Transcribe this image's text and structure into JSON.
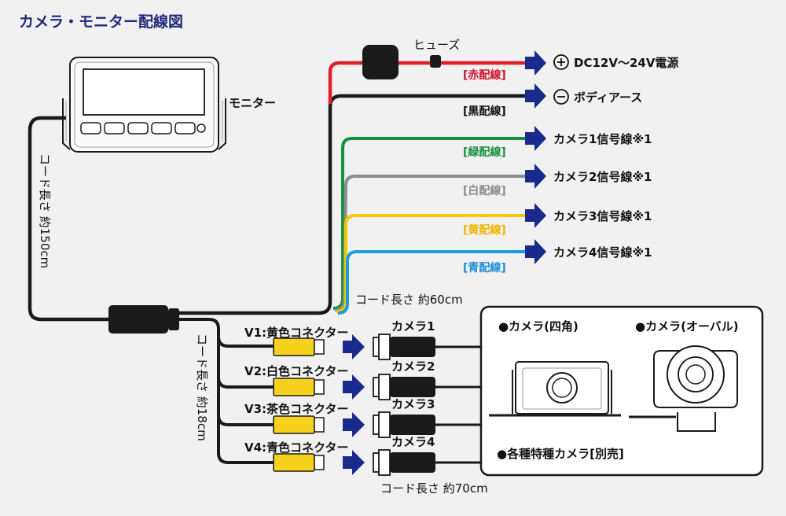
{
  "title": "カメラ・モニター配線図",
  "monitor": {
    "label": "モニター"
  },
  "fuse": {
    "label": "ヒューズ"
  },
  "monitor_cord": {
    "label": "コード長さ 約150cm"
  },
  "harness_cord": {
    "label": "コード長さ 約60cm"
  },
  "connector_cord": {
    "label": "コード長さ 約18cm"
  },
  "camera_cord": {
    "label": "コード長さ 約70cm"
  },
  "wires": [
    {
      "tag": "[赤配線]",
      "dest": "DC12V〜24V電源",
      "symbol": "⊕",
      "color": "#e0202a",
      "tag_color": "#d0102a"
    },
    {
      "tag": "[黒配線]",
      "dest": "ボディアース",
      "symbol": "⊖",
      "color": "#1a1a1a",
      "tag_color": "#111111"
    },
    {
      "tag": "[緑配線]",
      "dest": "カメラ1信号線※1",
      "symbol": "",
      "color": "#13913c",
      "tag_color": "#13913c"
    },
    {
      "tag": "[白配線]",
      "dest": "カメラ2信号線※1",
      "symbol": "",
      "color": "#8c8c8c",
      "tag_color": "#8c8c8c"
    },
    {
      "tag": "[黄配線]",
      "dest": "カメラ3信号線※1",
      "symbol": "",
      "color": "#f5c800",
      "tag_color": "#f0b400"
    },
    {
      "tag": "[青配線]",
      "dest": "カメラ4信号線※1",
      "symbol": "",
      "color": "#1a9ee0",
      "tag_color": "#1a8ed8"
    }
  ],
  "connectors": [
    {
      "label": "V1:黄色コネクター",
      "camera": "カメラ1"
    },
    {
      "label": "V2:白色コネクター",
      "camera": "カメラ2"
    },
    {
      "label": "V3:茶色コネクター",
      "camera": "カメラ3"
    },
    {
      "label": "V4:青色コネクター",
      "camera": "カメラ4"
    }
  ],
  "camera_box": {
    "square_label": "●カメラ(四角)",
    "oval_label": "●カメラ(オーバル)",
    "note": "●各種特種カメラ[別売]"
  },
  "colors": {
    "title": "#1f2a7a",
    "arrow": "#1a2a8c",
    "yellow_plug": "#f7d21c"
  }
}
